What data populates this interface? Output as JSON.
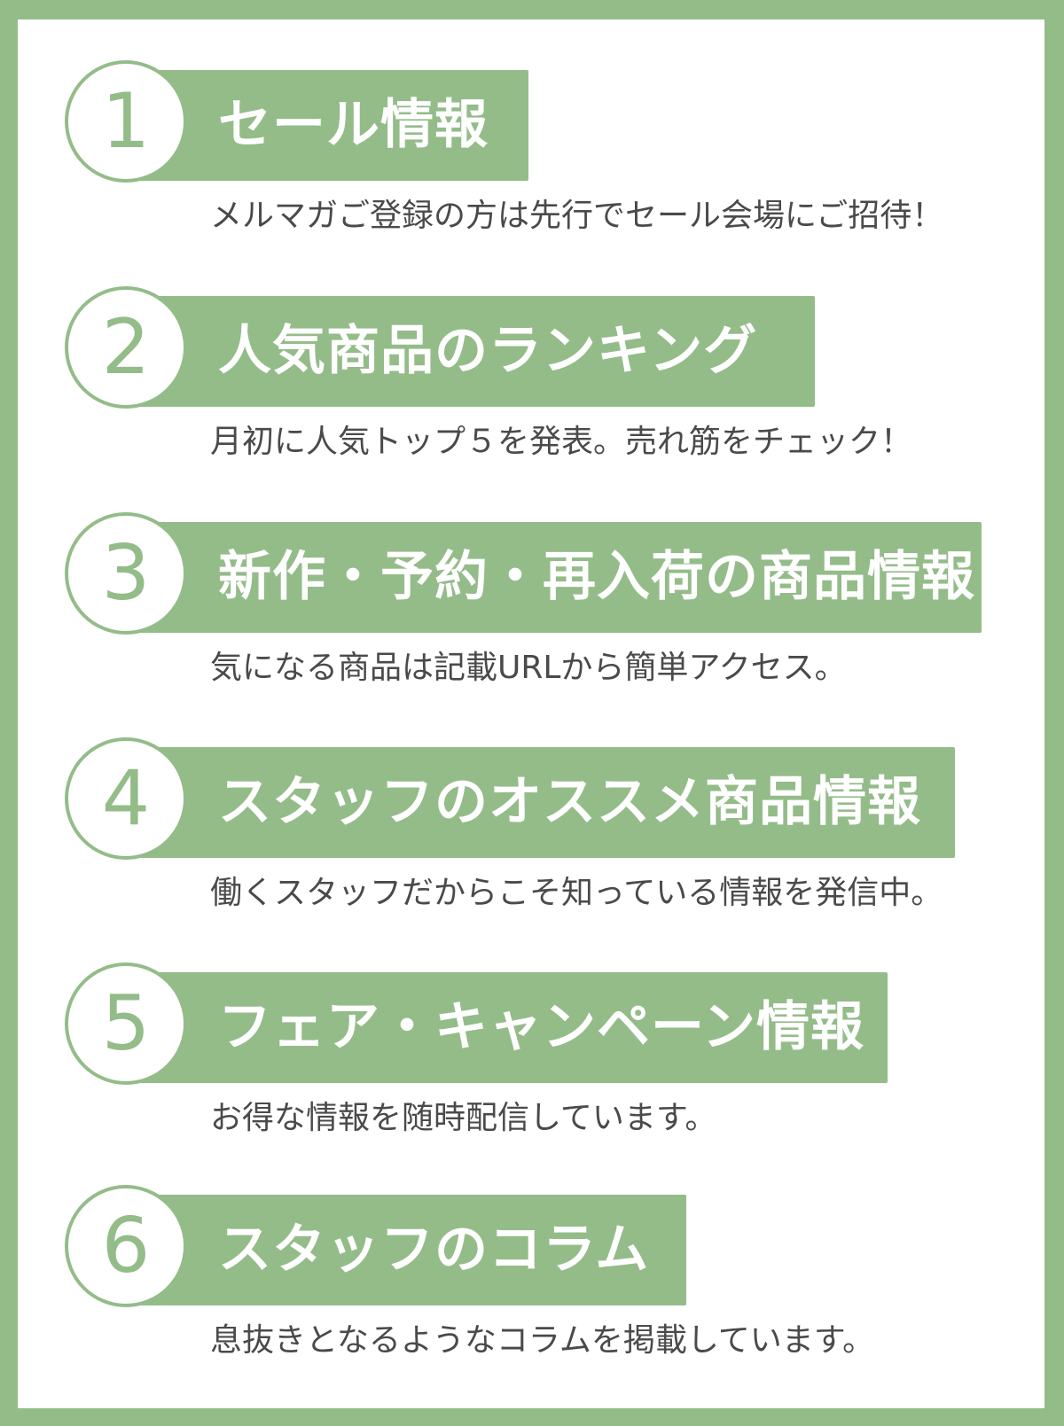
{
  "colors": {
    "accent": "#94bc89",
    "text": "#4a4a4a",
    "background": "#ffffff"
  },
  "items": [
    {
      "number": "1",
      "title": "セール情報",
      "description": "メルマガご登録の方は先行でセール会場にご招待！"
    },
    {
      "number": "2",
      "title": "人気商品のランキング",
      "description": "月初に人気トップ５を発表。売れ筋をチェック！"
    },
    {
      "number": "3",
      "title": "新作・予約・再入荷の商品情報",
      "description": "気になる商品は記載URLから簡単アクセス。"
    },
    {
      "number": "4",
      "title": "スタッフのオススメ商品情報",
      "description": "働くスタッフだからこそ知っている情報を発信中。"
    },
    {
      "number": "5",
      "title": "フェア・キャンペーン情報",
      "description": "お得な情報を随時配信しています。"
    },
    {
      "number": "6",
      "title": "スタッフのコラム",
      "description": "息抜きとなるようなコラムを掲載しています。"
    }
  ]
}
